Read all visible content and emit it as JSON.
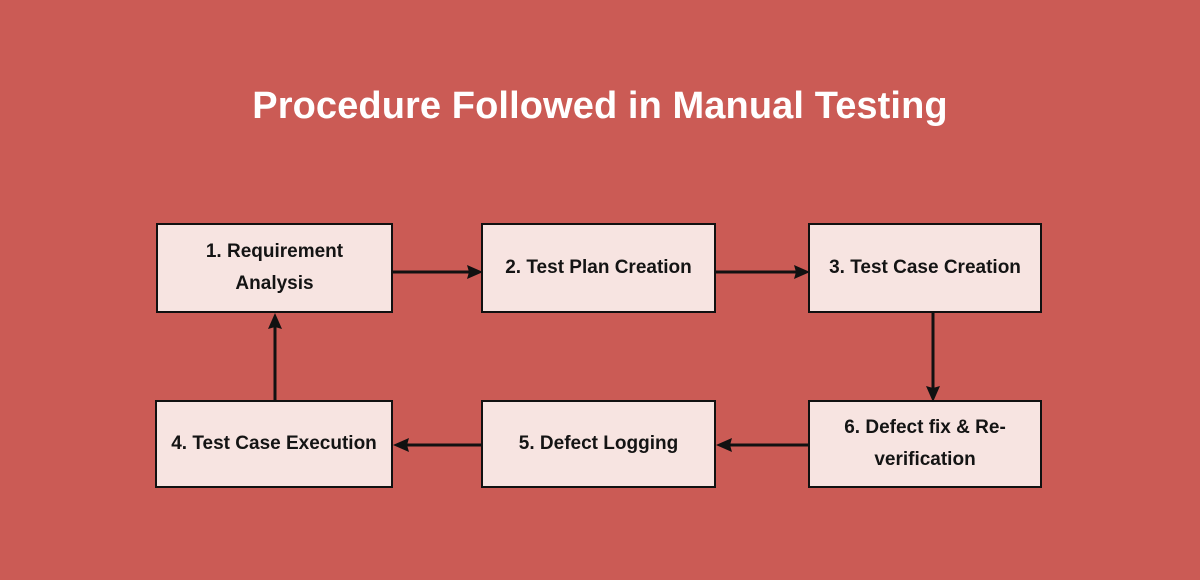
{
  "diagram": {
    "title": "Procedure Followed in Manual Testing",
    "background_color": "#cb5b55",
    "node_fill_color": "#f7e4e1",
    "node_border_color": "#111111",
    "title_color": "#ffffff",
    "text_color": "#141414",
    "type": "flowchart",
    "nodes": [
      {
        "id": "1",
        "label": "1. Requirement Analysis"
      },
      {
        "id": "2",
        "label": "2. Test Plan Creation"
      },
      {
        "id": "3",
        "label": "3. Test Case Creation"
      },
      {
        "id": "4",
        "label": "4. Test Case Execution"
      },
      {
        "id": "5",
        "label": "5. Defect Logging"
      },
      {
        "id": "6",
        "label": "6. Defect fix & Re-verification"
      }
    ],
    "edges": [
      {
        "from": "1",
        "to": "2",
        "direction": "right"
      },
      {
        "from": "2",
        "to": "3",
        "direction": "right"
      },
      {
        "from": "3",
        "to": "6",
        "direction": "down"
      },
      {
        "from": "6",
        "to": "5",
        "direction": "left"
      },
      {
        "from": "5",
        "to": "4",
        "direction": "left"
      },
      {
        "from": "4",
        "to": "1",
        "direction": "up"
      }
    ]
  }
}
